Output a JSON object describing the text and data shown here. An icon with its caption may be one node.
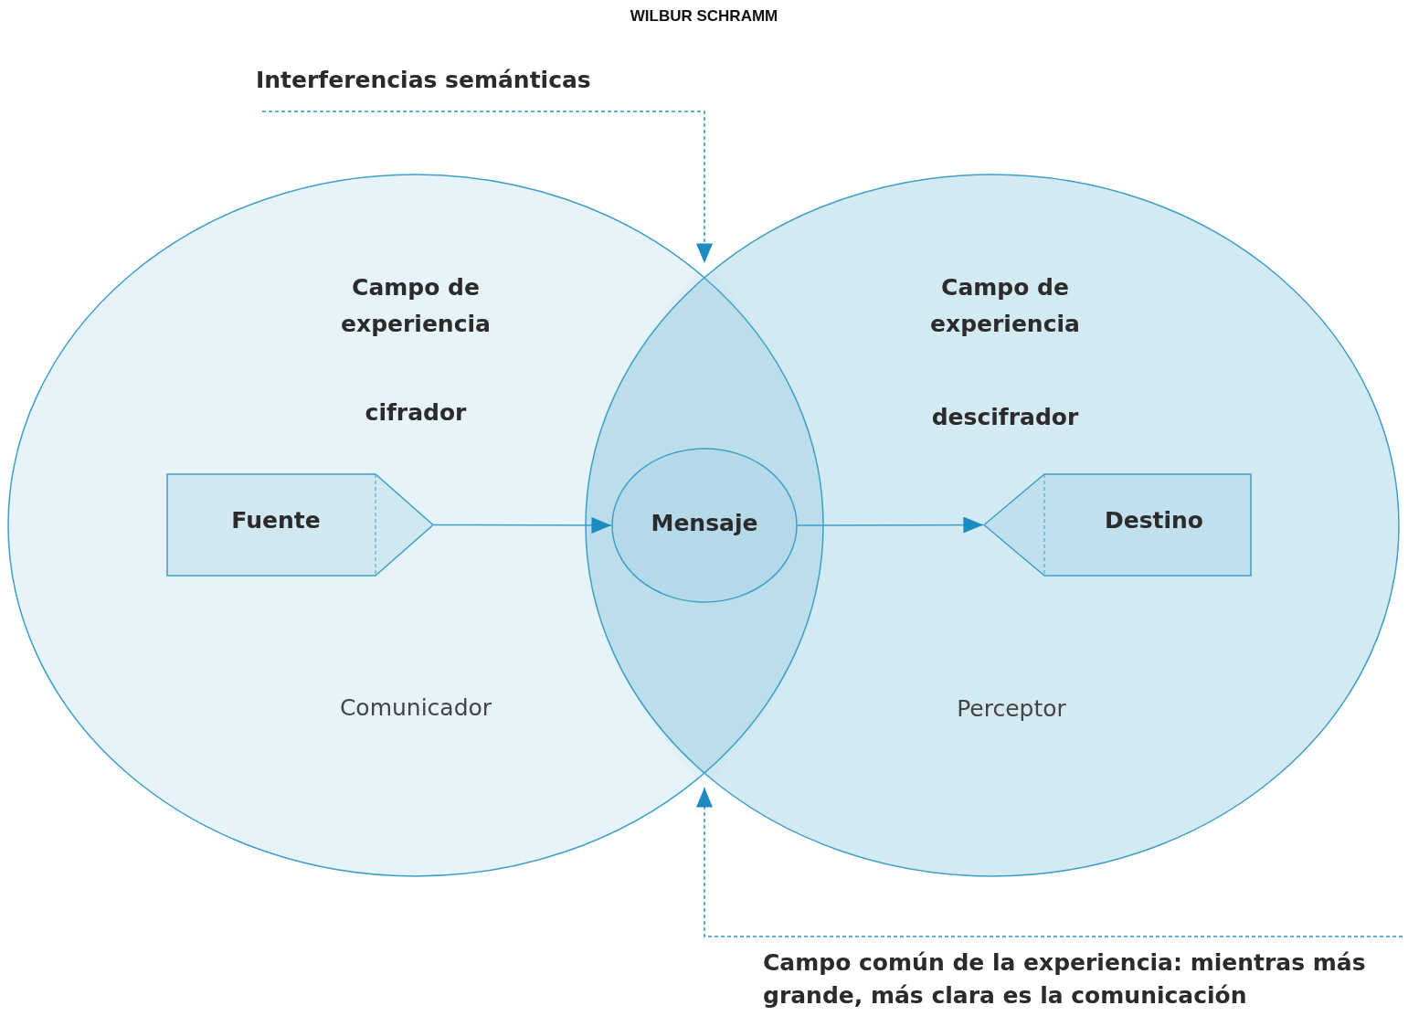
{
  "diagram": {
    "title": "WILBUR SCHRAMM",
    "nodes": [
      {
        "text": [
          "Campo de experiencia",
          "cifrador",
          "Comunicador"
        ]
      },
      {
        "text": [
          "Campo de experiencia",
          "descifrador",
          "Perceptor"
        ]
      },
      {
        "text": [
          "Mensaje"
        ],
        "in": 7
      },
      {
        "text": [
          "Fuente"
        ],
        "in": 0
      },
      {
        "text": [
          "Destino"
        ],
        "in": 1
      },
      {
        "text": [
          "Interferencias semánticas"
        ]
      },
      {
        "text": [
          "Campo común de la experiencia: mientras más grande, más clara es la comunicación"
        ]
      },
      {
        "text": [],
        "shape": "lens"
      }
    ],
    "edges": [
      {
        "from": 3,
        "to": 2,
        "arrow": "to"
      },
      {
        "from": 2,
        "to": 4,
        "arrow": "to"
      },
      {
        "from": 5,
        "to": 7,
        "arrow": "to",
        "style": "dashed"
      },
      {
        "from": 6,
        "to": 7,
        "arrow": "to",
        "style": "dashed"
      }
    ]
  }
}
